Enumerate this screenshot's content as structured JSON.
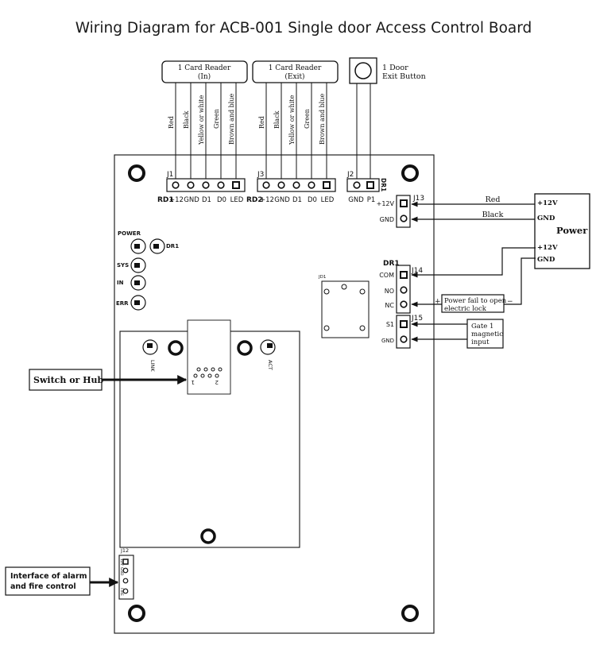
{
  "title": "Wiring Diagram for ACB-001 Single door Access Control Board",
  "readers": [
    {
      "name": "1 Card Reader",
      "sub": "(In)"
    },
    {
      "name": "1 Card Reader",
      "sub": "(Exit)"
    }
  ],
  "reader_wires": [
    "Red",
    "Black",
    "Yellow or white",
    "Green",
    "Brown and blue"
  ],
  "exit_button": {
    "line1": "1 Door",
    "line2": "Exit Button"
  },
  "j1": {
    "id": "J1",
    "group": "RD1",
    "pins": [
      "+12",
      "GND",
      "D1",
      "D0",
      "LED"
    ]
  },
  "j3": {
    "id": "J3",
    "group": "RD2",
    "pins": [
      "+12",
      "GND",
      "D1",
      "D0",
      "LED"
    ]
  },
  "j2": {
    "id": "J2",
    "pins": [
      "GND",
      "P1"
    ],
    "side": "DR1"
  },
  "j13": {
    "id": "J13",
    "pins": [
      "+12V",
      "GND"
    ]
  },
  "power_wires": {
    "red": "Red",
    "black": "Black"
  },
  "power_box": {
    "label": "Power",
    "p1": "+12V",
    "p2": "GND",
    "p3": "+12V",
    "p4": "GND"
  },
  "leds": {
    "power": "POWER",
    "dr1": "DR1",
    "sys": "SYS",
    "in": "IN",
    "err": "ERR"
  },
  "jd1": "JD1",
  "j14": {
    "id": "J14",
    "group": "DR1",
    "pins": [
      "COM",
      "NO",
      "NC"
    ]
  },
  "power_fail": {
    "line1": "Power fail to open",
    "line2": "electric lock",
    "plus": "+",
    "minus": "−"
  },
  "j15": {
    "id": "J15",
    "pins": [
      "S1",
      "GND"
    ]
  },
  "gate": {
    "line1": "Gate 1",
    "line2": "magnetic",
    "line3": "input"
  },
  "ethernet": {
    "link": "LINK",
    "act": "ACT",
    "pin1": "1",
    "pin2": "2"
  },
  "switch_hub": "Switch or Hub",
  "j12": {
    "id": "J12",
    "pins": [
      "12V",
      "GND",
      "FIRE"
    ]
  },
  "alarm": {
    "line1": "Interface of alarm",
    "line2": "and fire control"
  }
}
